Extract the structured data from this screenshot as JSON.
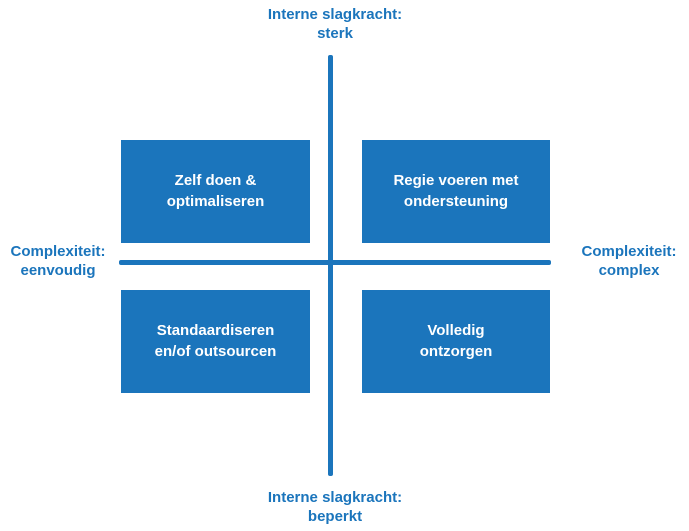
{
  "colors": {
    "accent": "#1b75bc",
    "box_text": "#ffffff",
    "background": "#ffffff"
  },
  "axes": {
    "top_label": "Interne slagkracht:\nsterk",
    "bottom_label": "Interne slagkracht:\nbeperkt",
    "left_label": "Complexiteit:\neenvoudig",
    "right_label": "Complexiteit:\ncomplex"
  },
  "quadrants": {
    "top_left": "Zelf doen &\noptimaliseren",
    "top_right": "Regie voeren met\nondersteuning",
    "bottom_left": "Standaardiseren\nen/of outsourcen",
    "bottom_right": "Volledig\nontzorgen"
  }
}
